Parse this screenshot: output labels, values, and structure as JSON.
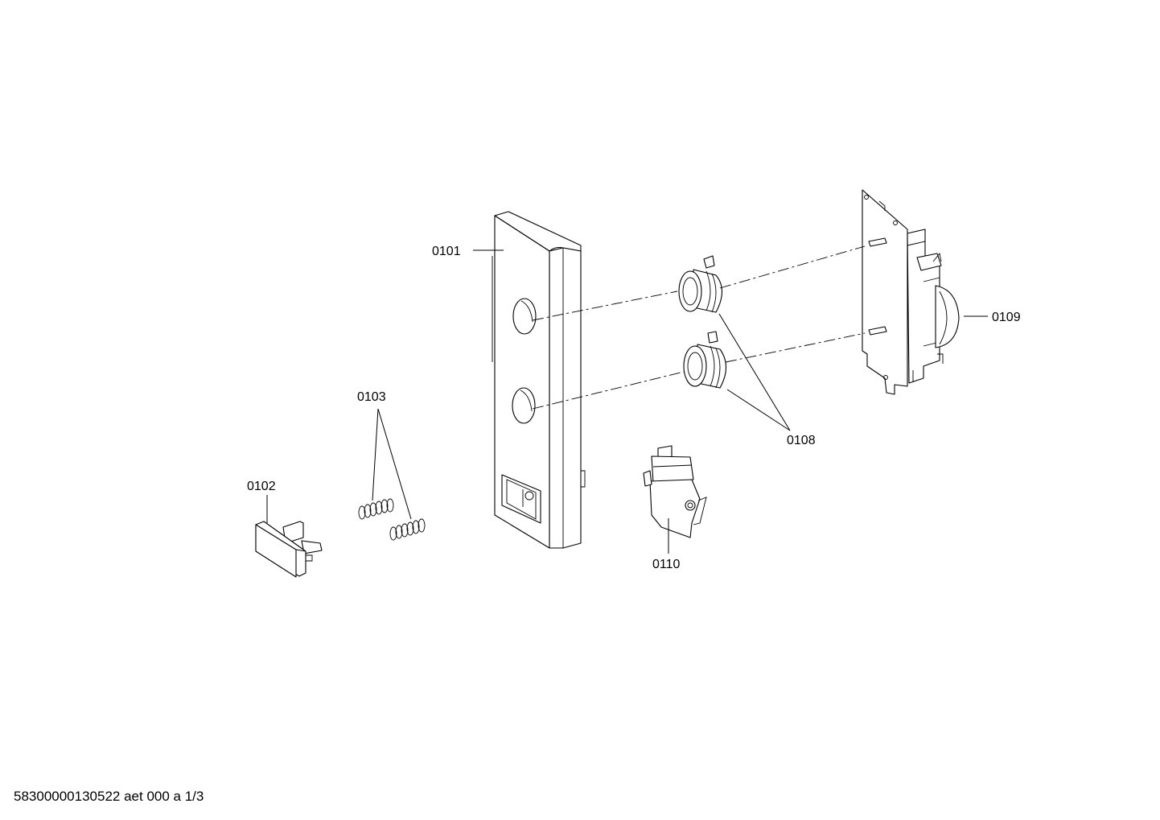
{
  "parts": [
    {
      "id": "0101"
    },
    {
      "id": "0102"
    },
    {
      "id": "0103"
    },
    {
      "id": "0108"
    },
    {
      "id": "0109"
    },
    {
      "id": "0110"
    }
  ],
  "footer": {
    "text": "58300000130522 aet 000 a 1/3"
  }
}
